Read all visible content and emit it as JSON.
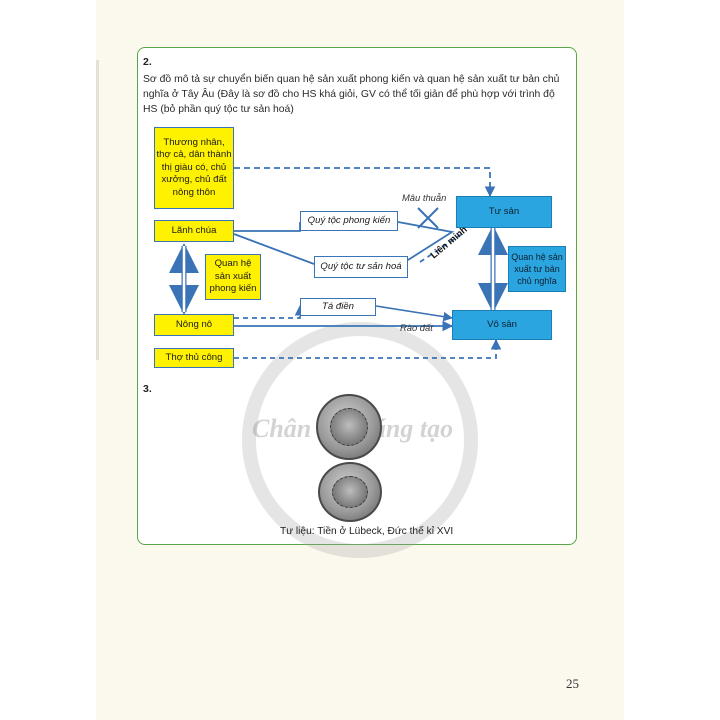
{
  "section2": {
    "number": "2.",
    "intro": "Sơ đồ mô tả sự chuyển biến quan hệ sản xuất phong kiến và quan hệ sản xuất tư bản chủ nghĩa ở Tây Âu (Đây là sơ đồ cho HS khá giỏi, GV có thể tối giản để phù hợp với trình độ HS (bỏ phần quý tộc tư sản hoá)"
  },
  "diagram": {
    "merchants": "Thương nhân, thợ cả, dân thành thị giàu có, chủ xưởng, chủ đất nông thôn",
    "lord": "Lãnh chúa",
    "feudal_relation": "Quan hệ sản xuất phong kiến",
    "serf": "Nông nô",
    "artisan": "Thợ thủ công",
    "feudal_noble": "Quý tộc phong kiến",
    "bourgeois_noble": "Quý tộc tư sản hoá",
    "tenant": "Tá điền",
    "bourgeoisie": "Tư sản",
    "proletariat": "Vô sản",
    "capitalist_relation": "Quan hệ sản xuất tư bản chủ nghĩa",
    "conflict": "Mâu thuẫn",
    "alliance": "Liên minh",
    "fencing": "Rào đất"
  },
  "section3": {
    "number": "3."
  },
  "watermark": "Chân trời sáng tạo",
  "caption": "Tư liệu: Tiền ở Lübeck, Đức thế kỉ XVI",
  "page_number": "25",
  "colors": {
    "border": "#5aa546",
    "yellow": "#fff200",
    "blue": "#2aa5e0",
    "line": "#3a73b6"
  }
}
